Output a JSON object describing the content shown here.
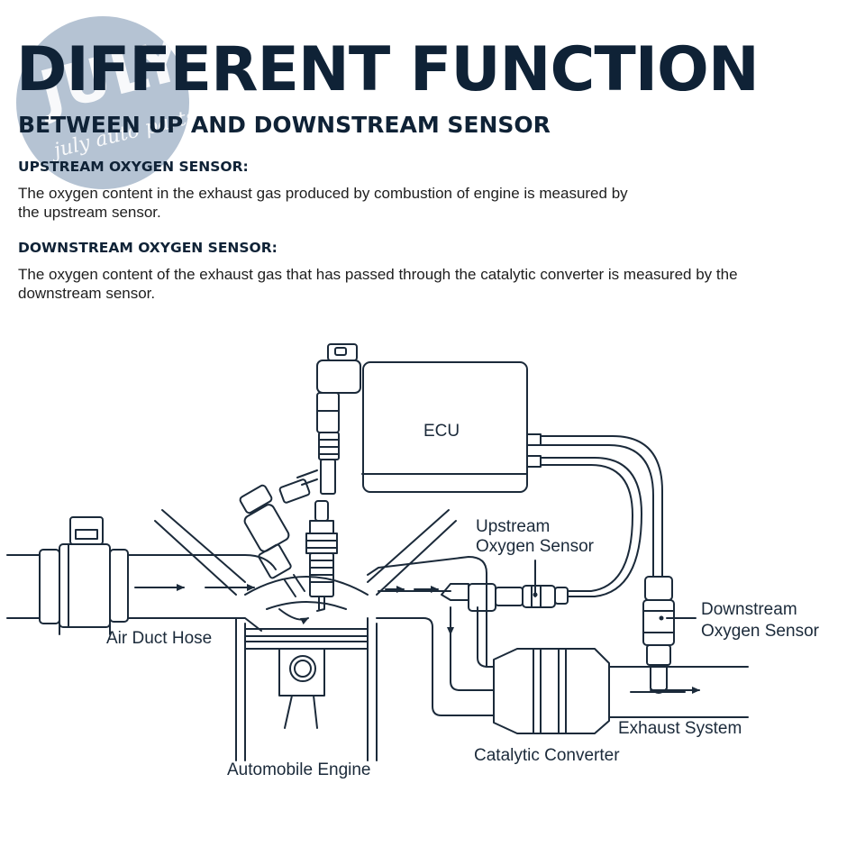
{
  "header": {
    "title": "DIFFERENT FUNCTION",
    "subtitle": "BETWEEN UP AND DOWNSTREAM SENSOR"
  },
  "sections": [
    {
      "heading": "UPSTREAM OXYGEN SENSOR:",
      "text": "The oxygen content in the exhaust gas produced by combustion of engine is measured by the upstream sensor."
    },
    {
      "heading": "DOWNSTREAM OXYGEN SENSOR:",
      "text": "The oxygen content of the exhaust gas that has passed through the catalytic converter is measured by the downstream sensor."
    }
  ],
  "watermark": {
    "word": "JULY",
    "tagline": "july auto parts"
  },
  "diagram": {
    "labels": {
      "ecu": "ECU",
      "upstream_line1": "Upstream",
      "upstream_line2": "Oxygen Sensor",
      "downstream_line1": "Downstream",
      "downstream_line2": "Oxygen Sensor",
      "air_duct_hose": "Air Duct Hose",
      "exhaust_system": "Exhaust System",
      "catalytic_converter": "Catalytic Converter",
      "automobile_engine": "Automobile Engine"
    },
    "colors": {
      "line": "#1b2a3a",
      "text": "#0f2236"
    }
  }
}
